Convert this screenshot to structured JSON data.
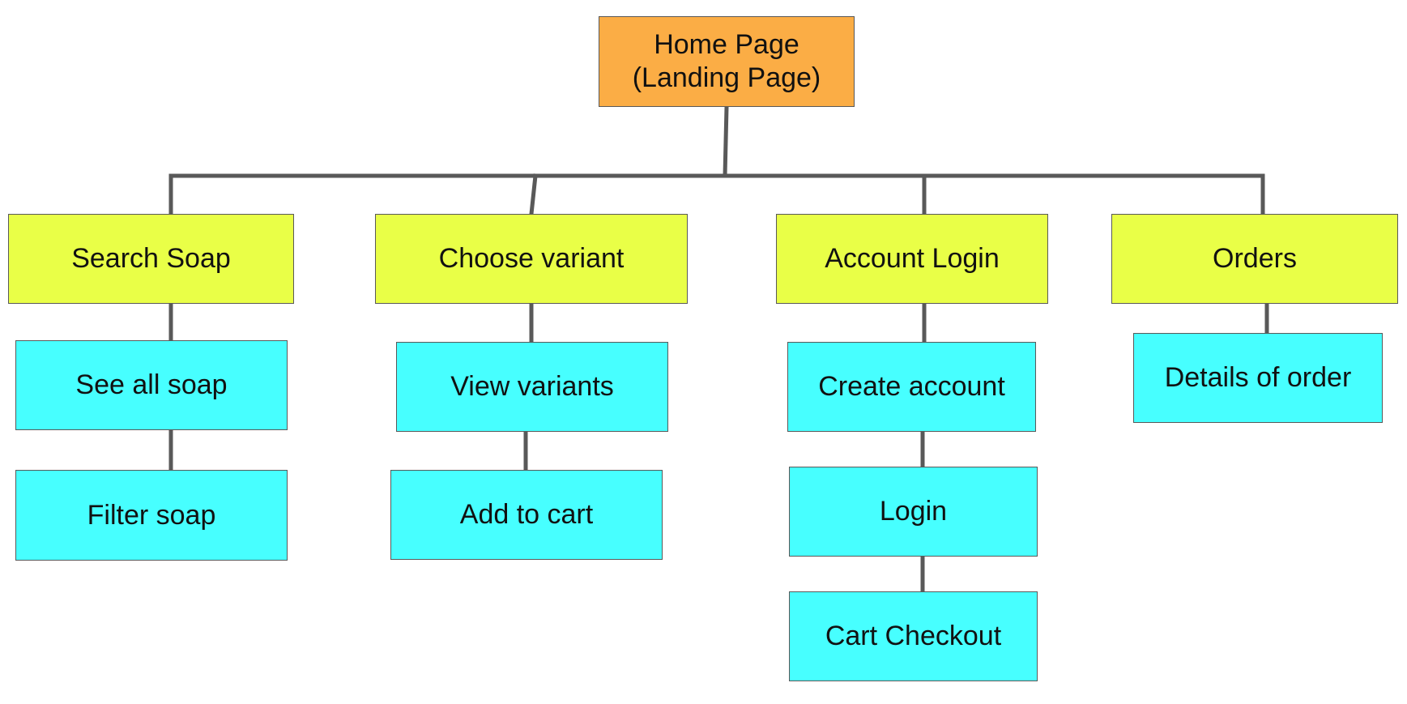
{
  "colors": {
    "root_fill": "#fbad45",
    "level1_fill": "#e9ff47",
    "level2_fill": "#47ffff",
    "connector": "#595959",
    "border": "#595959"
  },
  "root": {
    "line1": "Home Page",
    "line2": "(Landing Page)"
  },
  "branches": [
    {
      "label": "Search Soap",
      "children": [
        "See all soap",
        "Filter soap"
      ]
    },
    {
      "label": "Choose variant",
      "children": [
        "View variants",
        "Add to cart"
      ]
    },
    {
      "label": "Account Login",
      "children": [
        "Create account",
        "Login",
        "Cart Checkout"
      ]
    },
    {
      "label": "Orders",
      "children": [
        "Details of order"
      ]
    }
  ]
}
